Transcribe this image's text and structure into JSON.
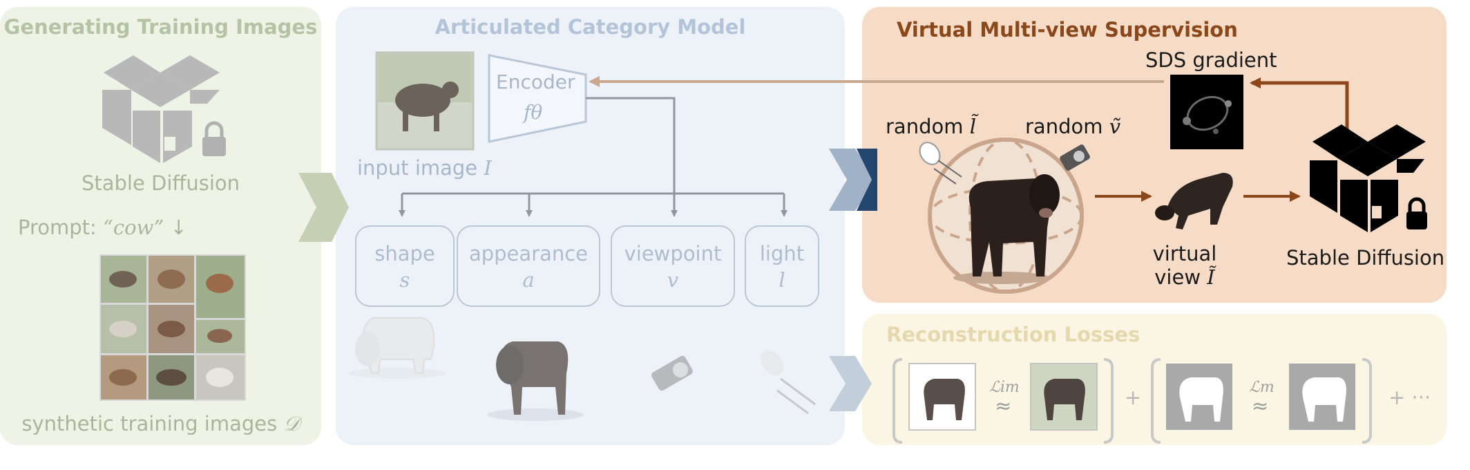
{
  "panels": {
    "generating": {
      "title": "Generating Training Images",
      "stable_diffusion_label": "Stable Diffusion",
      "prompt_label": "Prompt:",
      "prompt_value": "“cow”",
      "prompt_arrow": "↓",
      "synthetic_label": "synthetic training images",
      "synthetic_symbol": "𝒟"
    },
    "model": {
      "title": "Articulated Category Model",
      "encoder_label": "Encoder",
      "encoder_symbol": "fθ",
      "input_label": "input image",
      "input_symbol": "I",
      "factors": [
        {
          "name": "shape",
          "symbol": "s"
        },
        {
          "name": "appearance",
          "symbol": "a"
        },
        {
          "name": "viewpoint",
          "symbol": "v"
        },
        {
          "name": "light",
          "symbol": "l"
        }
      ]
    },
    "supervision": {
      "title": "Virtual Multi-view Supervision",
      "sds_label": "SDS gradient",
      "random_light": "random",
      "random_light_symbol": "l̃",
      "random_view": "random",
      "random_view_symbol": "ṽ",
      "virtual_view_line1": "virtual",
      "virtual_view_line2": "view",
      "virtual_view_symbol": "Ĩ",
      "stable_diffusion_label": "Stable Diffusion"
    },
    "reconstruction": {
      "title": "Reconstruction Losses",
      "loss_im": "ℒim",
      "loss_m": "ℒm",
      "approx": "≈",
      "plus": "+",
      "ellipsis": "+ ···"
    }
  },
  "colors": {
    "green_panel": "#eef3e6",
    "blue_panel": "#edf2f8",
    "orange_panel": "#f6dcc6",
    "yellow_panel": "#fbf6e3",
    "title_brown": "#8a4719",
    "arrow_brown": "#8a4719",
    "arrow_navy": "#23466f"
  }
}
